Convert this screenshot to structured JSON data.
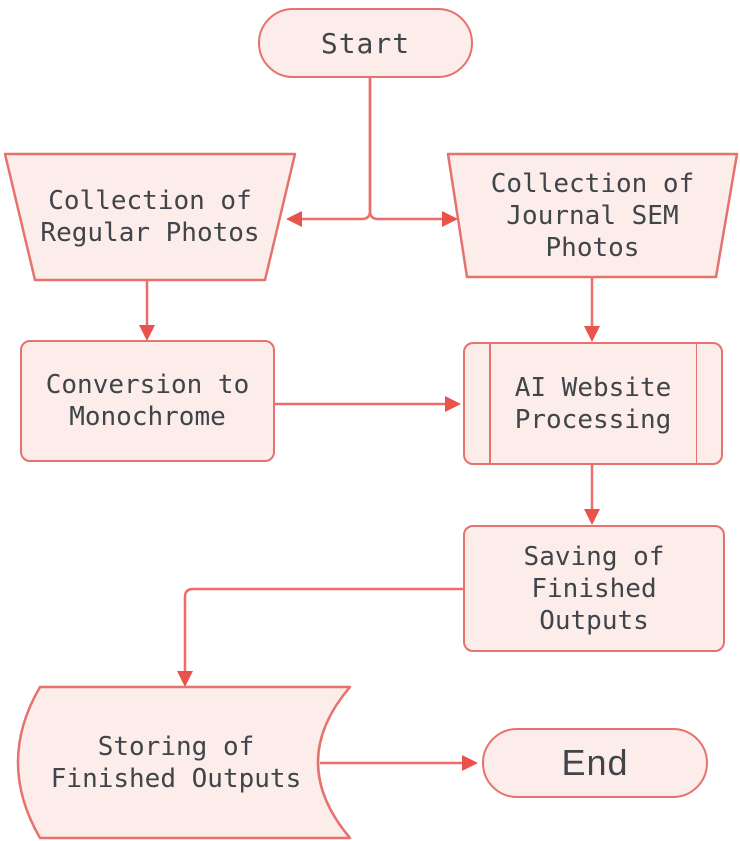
{
  "colors": {
    "fill": "#fcecea",
    "border": "#e5726d",
    "arrow": "#ee6d68",
    "arrowhead": "#ea524c",
    "text": "#3f4549",
    "bg": "#ffffff"
  },
  "nodes": {
    "start": {
      "shape": "terminator-stadium",
      "label": "Start"
    },
    "collection_regular": {
      "shape": "trapezoid",
      "lines": [
        "Collection of",
        "Regular Photos"
      ]
    },
    "collection_journal": {
      "shape": "trapezoid",
      "lines": [
        "Collection of",
        "Journal SEM",
        "Photos"
      ]
    },
    "conversion": {
      "shape": "process-rectangle",
      "lines": [
        "Conversion to",
        "Monochrome"
      ]
    },
    "ai_processing": {
      "shape": "predefined-process",
      "lines": [
        "AI Website",
        "Processing"
      ]
    },
    "saving": {
      "shape": "process-rectangle",
      "lines": [
        "Saving of",
        "Finished",
        "Outputs"
      ]
    },
    "storing": {
      "shape": "stored-data",
      "lines": [
        "Storing of",
        "Finished Outputs"
      ]
    },
    "end": {
      "shape": "terminator-stadium",
      "label": "End"
    }
  },
  "edges": [
    {
      "from": "start",
      "to": "collection_regular",
      "direction": "down-then-left"
    },
    {
      "from": "start",
      "to": "collection_journal",
      "direction": "down-then-right"
    },
    {
      "from": "collection_regular",
      "to": "conversion",
      "direction": "down"
    },
    {
      "from": "collection_journal",
      "to": "ai_processing",
      "direction": "down"
    },
    {
      "from": "conversion",
      "to": "ai_processing",
      "direction": "right"
    },
    {
      "from": "ai_processing",
      "to": "saving",
      "direction": "down"
    },
    {
      "from": "saving",
      "to": "storing",
      "direction": "left-then-down"
    },
    {
      "from": "storing",
      "to": "end",
      "direction": "right"
    }
  ]
}
